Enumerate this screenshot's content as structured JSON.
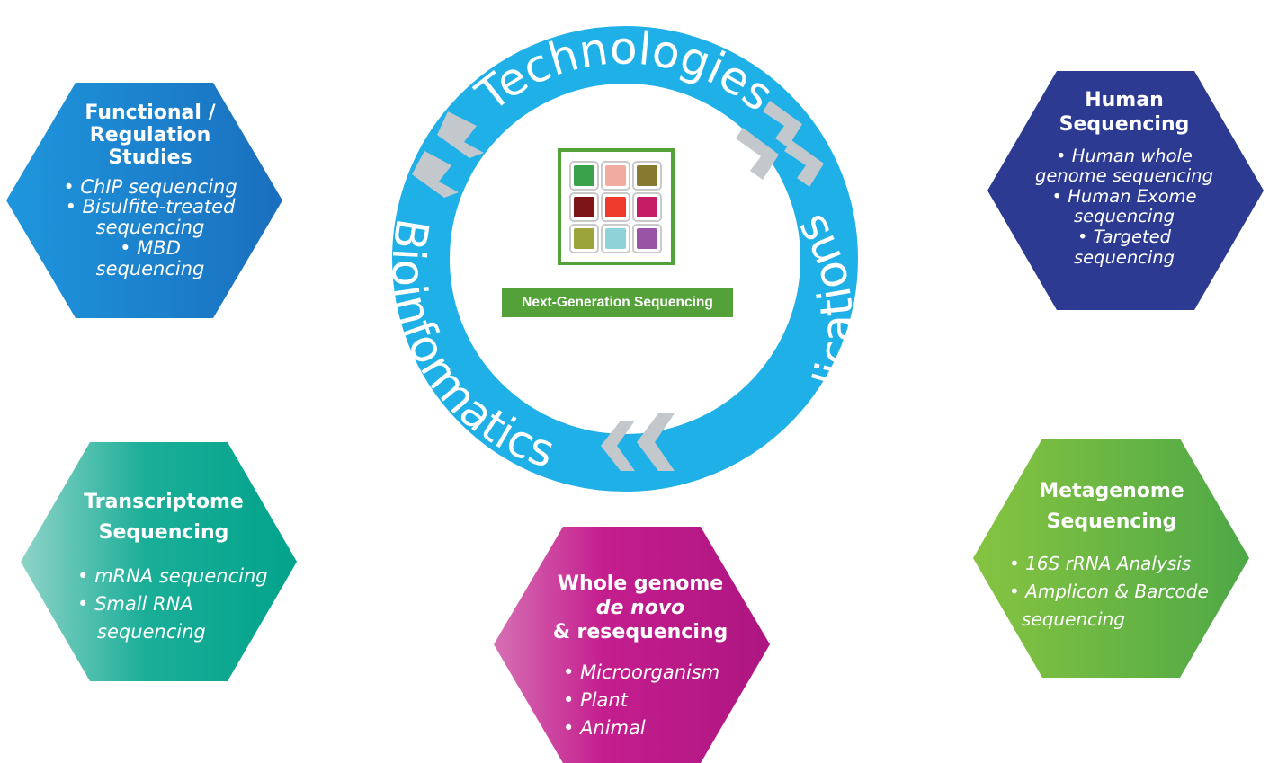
{
  "ring": {
    "labels": {
      "top": "Technologies",
      "right": "Applications",
      "left": "Bioinformatics"
    },
    "color": "#1fb0e8",
    "chevron_color": "#c3c8cc"
  },
  "center": {
    "label": "Next-Generation Sequencing",
    "border_color": "#54a039",
    "tile_colors": [
      "#3aa24a",
      "#f2aba0",
      "#857a30",
      "#7d1518",
      "#ee3a2a",
      "#c41d64",
      "#9aa43a",
      "#8fd3d8",
      "#9a54a6"
    ]
  },
  "hexagons": {
    "functional": {
      "title_lines": [
        "Functional /",
        "Regulation",
        "Studies"
      ],
      "items": [
        "ChIP sequencing",
        "Bisulfite-treated",
        "sequencing",
        "MBD",
        "sequencing"
      ],
      "colors": [
        "#1e96dd",
        "#1a6fbe"
      ]
    },
    "human": {
      "title_lines": [
        "Human",
        "Sequencing"
      ],
      "items": [
        "Human whole",
        "genome sequencing",
        "Human Exome",
        "sequencing",
        "Targeted",
        "sequencing"
      ],
      "colors": [
        "#2c3a92",
        "#2c3a92"
      ]
    },
    "transcriptome": {
      "title_lines": [
        "Transcriptome",
        "Sequencing"
      ],
      "items": [
        "mRNA sequencing",
        "Small RNA",
        "sequencing"
      ],
      "colors": [
        "#8fd4c8",
        "#02a38b"
      ]
    },
    "metagenome": {
      "title_lines": [
        "Metagenome",
        "Sequencing"
      ],
      "items": [
        "16S rRNA Analysis",
        "Amplicon & Barcode",
        "sequencing"
      ],
      "colors": [
        "#86c441",
        "#4ea846"
      ]
    },
    "wholegenome": {
      "title_lines": [
        "Whole genome",
        "de novo",
        "& resequencing"
      ],
      "items": [
        "Microorganism",
        "Plant",
        "Animal"
      ],
      "colors": [
        "#d670b3",
        "#c0168a"
      ]
    }
  }
}
